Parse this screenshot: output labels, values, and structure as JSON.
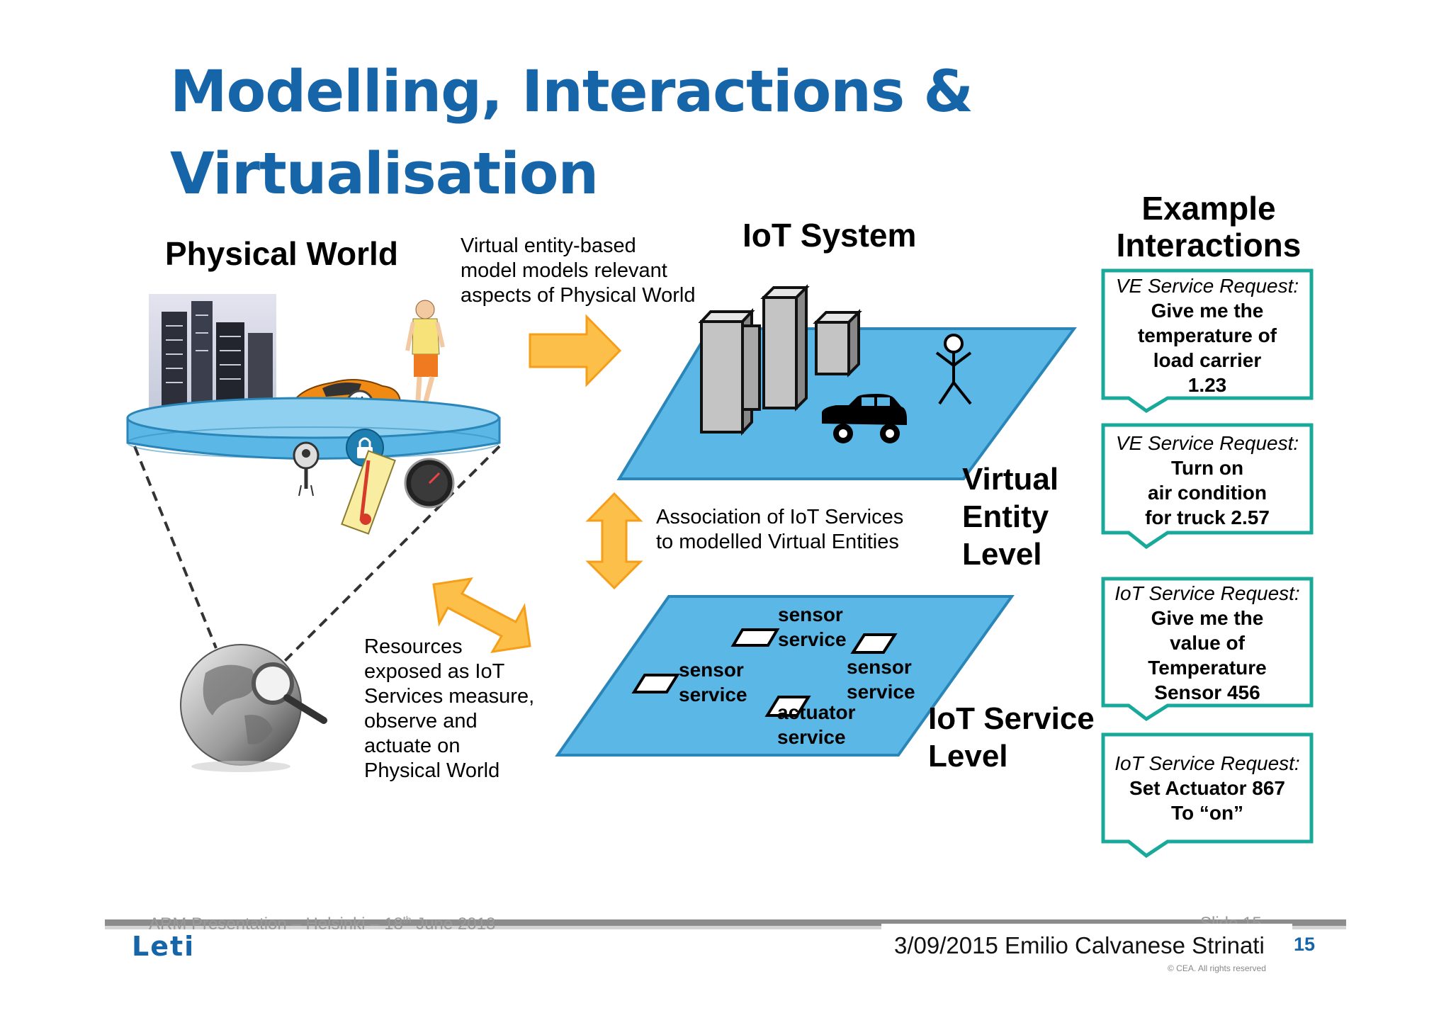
{
  "slide": {
    "title_line1": "Modelling, Interactions &",
    "title_line2": "Virtualisation"
  },
  "physical_world": {
    "heading": "Physical World"
  },
  "captions": {
    "virtual_entity_model": [
      "Virtual entity-based",
      "model models relevant",
      "aspects of Physical World"
    ],
    "association": [
      "Association of IoT Services",
      "to modelled Virtual Entities"
    ],
    "resources": [
      "Resources",
      "exposed as IoT",
      "Services measure,",
      "observe and",
      "actuate on",
      "Physical World"
    ]
  },
  "iot_system": {
    "heading": "IoT System",
    "virtual_entity_level": [
      "Virtual",
      "Entity",
      "Level"
    ],
    "iot_service_level": [
      "IoT Service",
      "Level"
    ],
    "services": {
      "sensor_top_line1": "sensor",
      "sensor_top_line2": "service",
      "sensor_left_line1": "sensor",
      "sensor_left_line2": "service",
      "sensor_right_line1": "sensor",
      "sensor_right_line2": "service",
      "actuator_line1": "actuator",
      "actuator_line2": "service"
    }
  },
  "examples": {
    "heading_line1": "Example",
    "heading_line2": "Interactions",
    "items": [
      {
        "request": "VE Service Request:",
        "lines": [
          "Give me the",
          "temperature of",
          "load carrier",
          "1.23"
        ]
      },
      {
        "request": "VE Service Request:",
        "lines": [
          "Turn on",
          "air condition",
          "for truck 2.57"
        ]
      },
      {
        "request": "IoT Service Request:",
        "lines": [
          "Give me the",
          "value of",
          "Temperature",
          "Sensor 456"
        ]
      },
      {
        "request": "IoT Service Request:",
        "lines": [
          "Set Actuator 867",
          "To “on”"
        ]
      }
    ]
  },
  "footer": {
    "presentation": "ARM Presentation – Helsinki – 18",
    "presentation_sup": "th",
    "presentation_end": " June 2013",
    "slide_label": "Slide 15",
    "logo": "Leti",
    "author": "3/09/2015 Emilio Calvanese Strinati",
    "page_number": "15",
    "copyright": "© CEA. All rights reserved"
  },
  "colors": {
    "title_blue": "#1565a8",
    "plane_blue": "#5bb8e6",
    "arrow_orange": "#fbbf4a",
    "bubble_teal": "#19a99a"
  }
}
